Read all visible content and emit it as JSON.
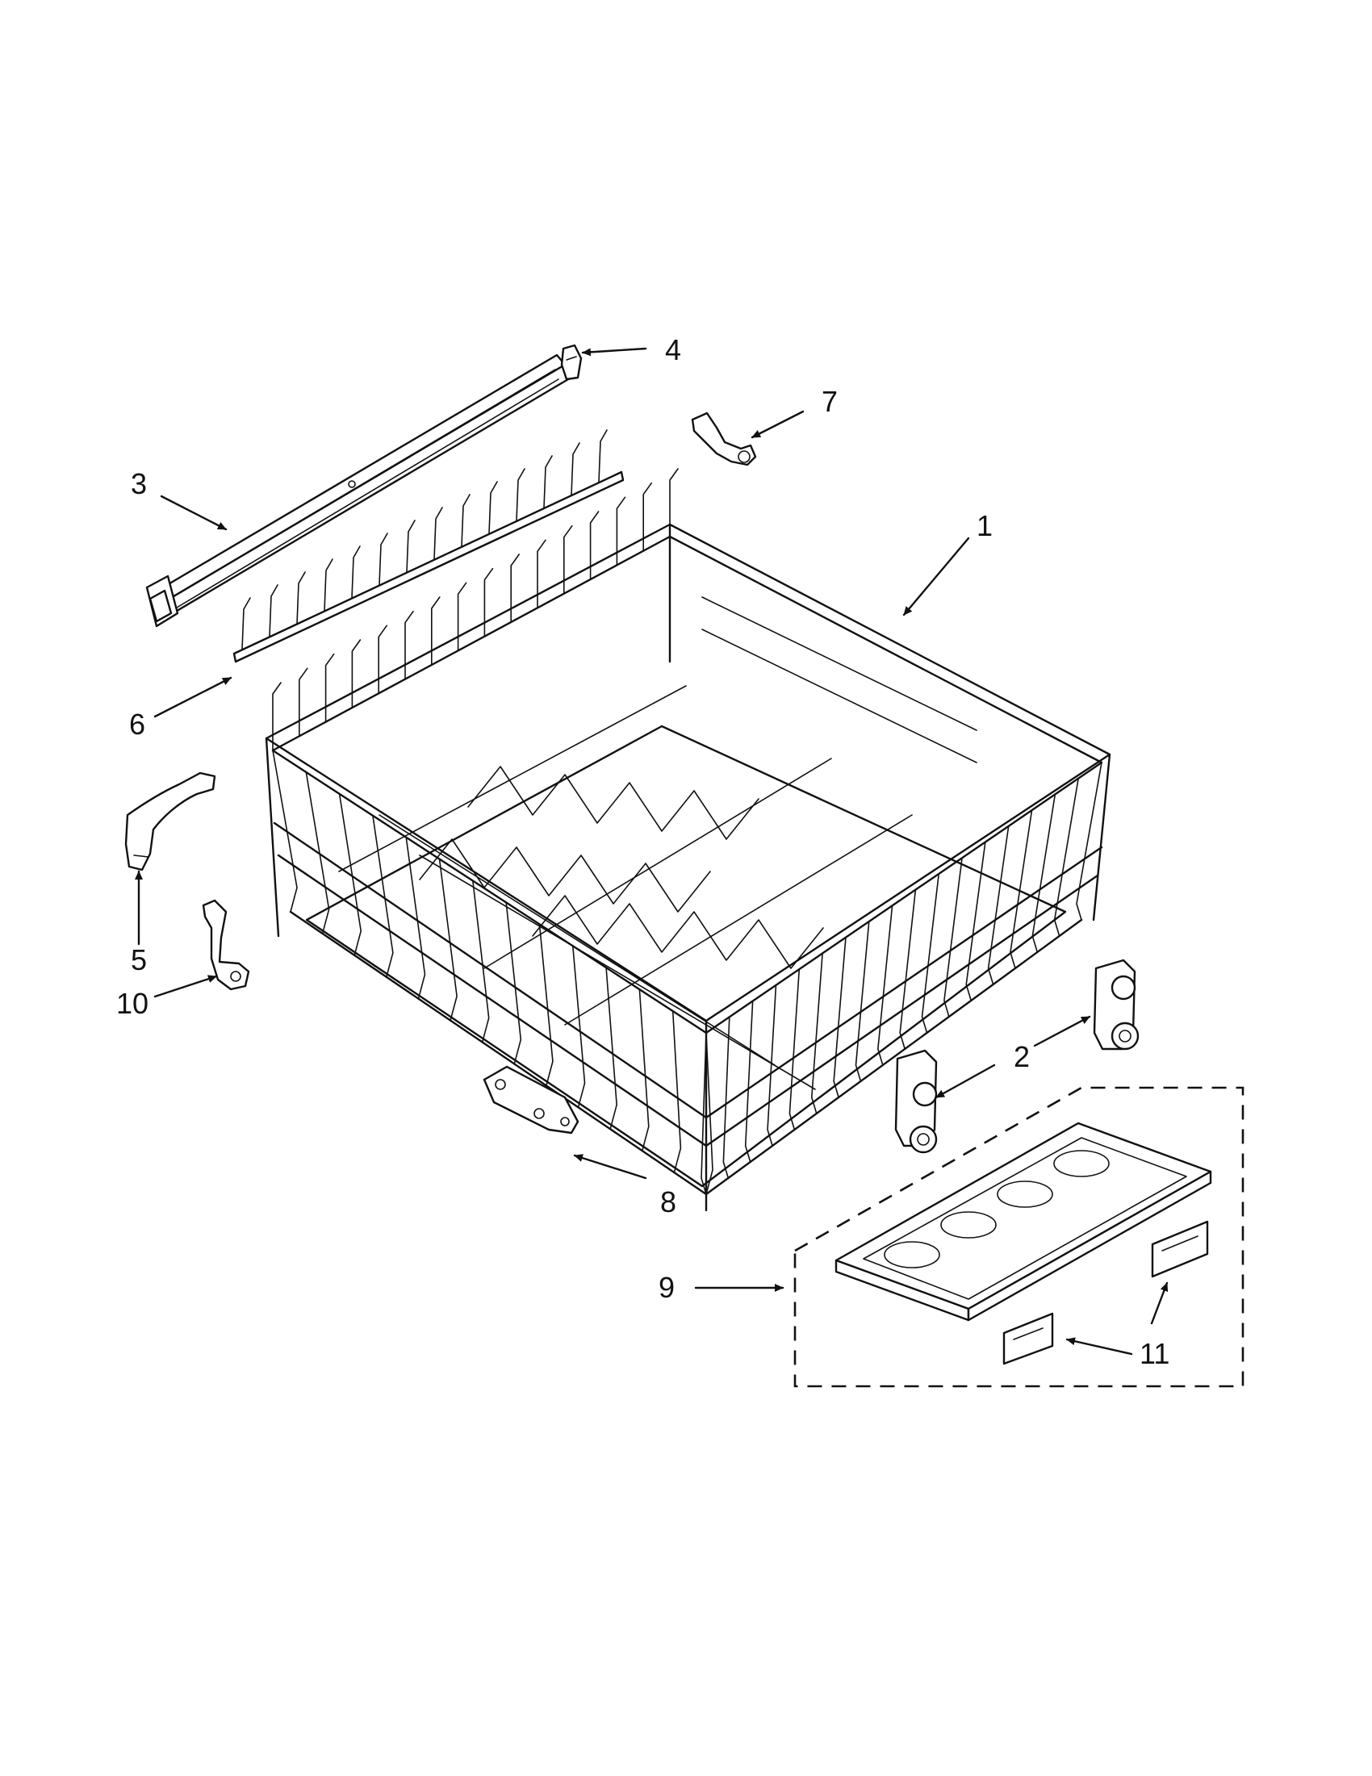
{
  "diagram": {
    "callouts": [
      {
        "id": "c1",
        "text": "1"
      },
      {
        "id": "c2",
        "text": "2"
      },
      {
        "id": "c3",
        "text": "3"
      },
      {
        "id": "c4",
        "text": "4"
      },
      {
        "id": "c5",
        "text": "5"
      },
      {
        "id": "c6",
        "text": "6"
      },
      {
        "id": "c7",
        "text": "7"
      },
      {
        "id": "c8",
        "text": "8"
      },
      {
        "id": "c9",
        "text": "9"
      },
      {
        "id": "c10",
        "text": "10"
      },
      {
        "id": "c11",
        "text": "11"
      }
    ]
  },
  "colors": {
    "line": "#111111",
    "background": "#ffffff"
  }
}
